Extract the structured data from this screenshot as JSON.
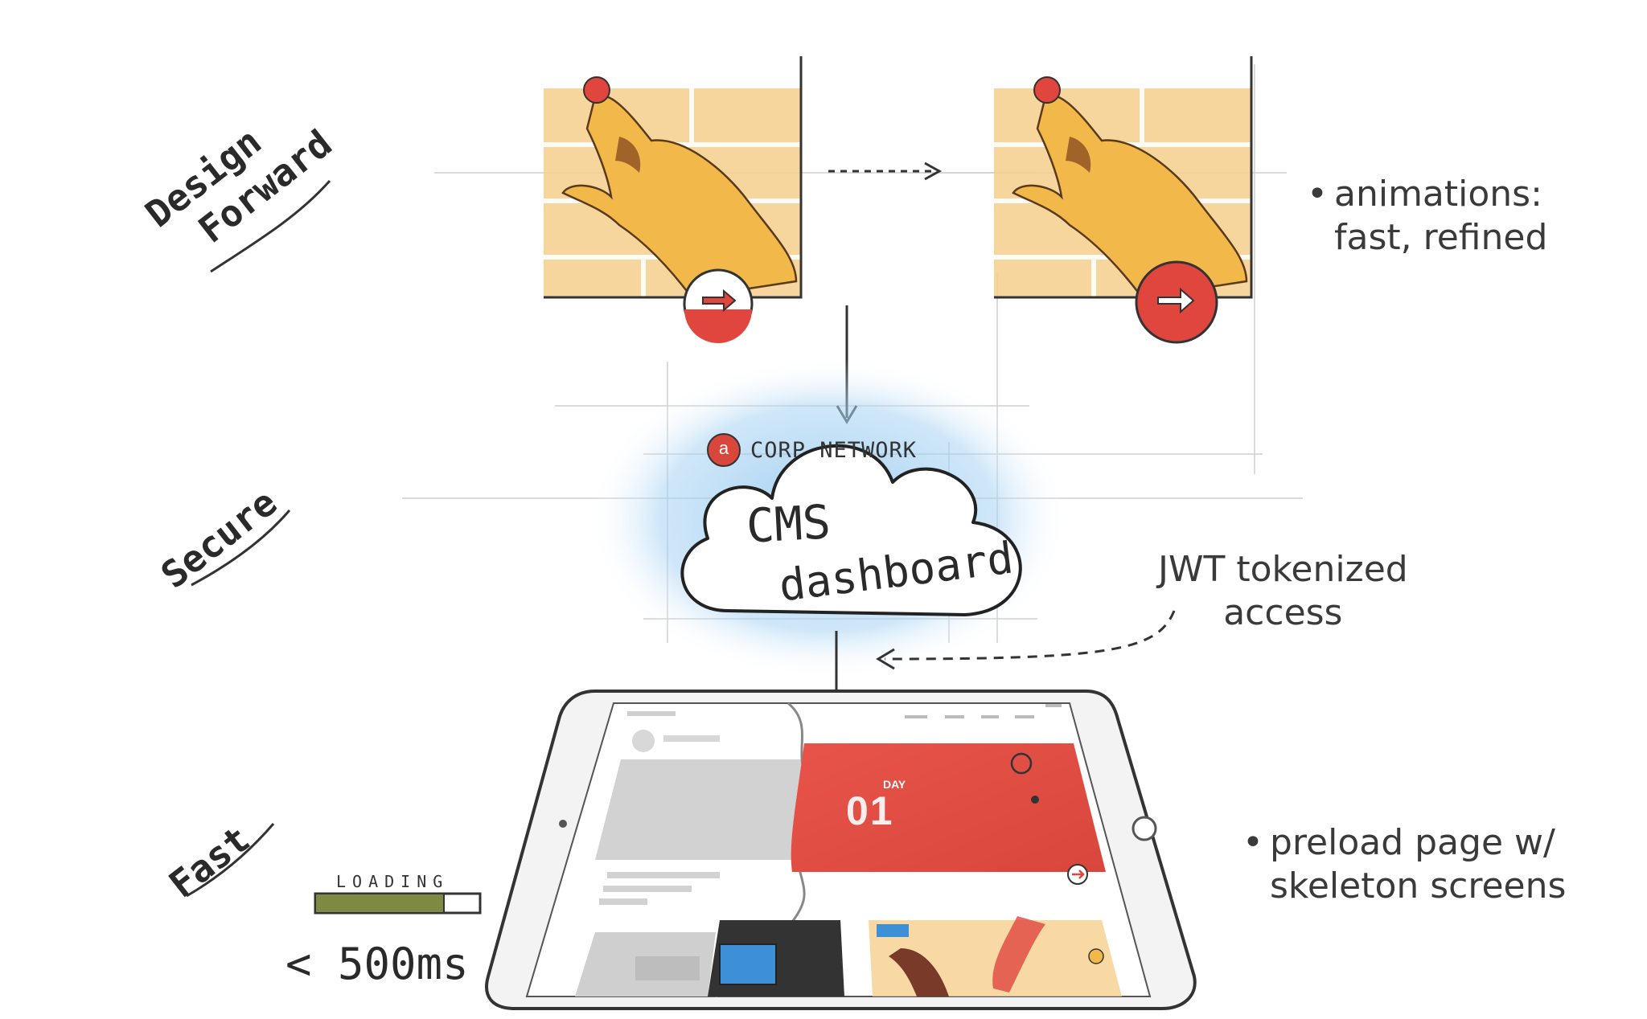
{
  "labels": {
    "design_line1": "Design",
    "design_line2": "Forward",
    "secure": "Secure",
    "fast": "Fast"
  },
  "notes": {
    "animations_line1": "animations:",
    "animations_line2": "fast, refined",
    "jwt_line1": "JWT tokenized",
    "jwt_line2": "access",
    "preload_line1": "preload page w/",
    "preload_line2": "skeleton screens"
  },
  "cloud": {
    "badge": "a",
    "network": "CORP NETWORK",
    "title_line1": "CMS",
    "title_line2": "dashboard"
  },
  "loading": {
    "label": "LOADING",
    "progress": 0.78,
    "timing": "< 500ms"
  },
  "tablet": {
    "day_label": "DAY",
    "day_number": "01"
  },
  "colors": {
    "accent_red": "#e0453e",
    "hand_yellow": "#f2b94a",
    "tile_orange": "#f6cf8d",
    "cloud_glow": "#8fc6ef",
    "loading_green": "#7e8a44",
    "skeleton_gray": "#cfcfcf",
    "blue_card": "#3d8fd6"
  },
  "icons": [
    "arrow-right-icon",
    "finger-tap-icon",
    "cloud-icon"
  ]
}
